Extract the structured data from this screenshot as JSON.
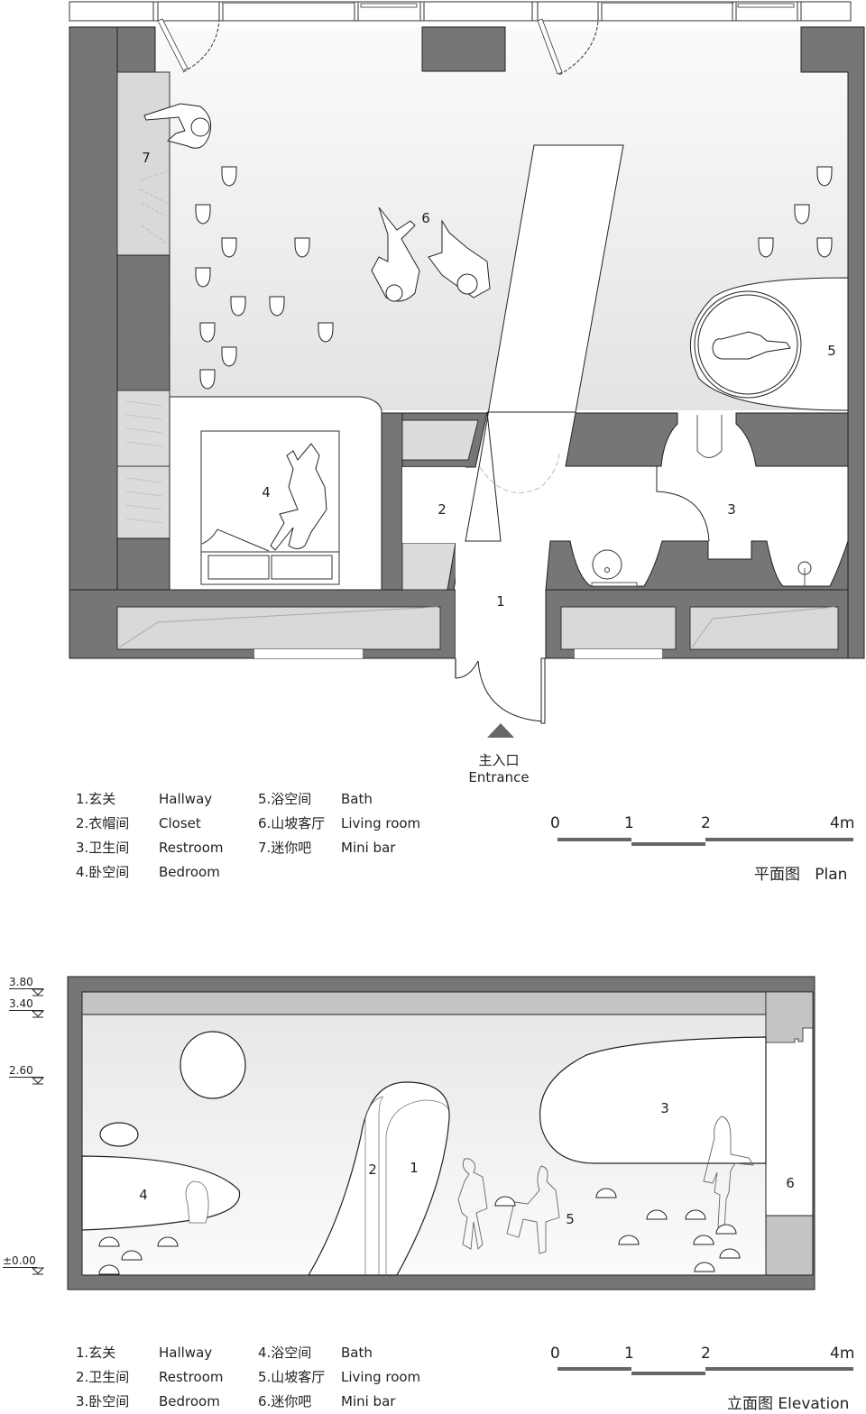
{
  "colors": {
    "wall": "#767577",
    "floor": "#ececec",
    "light_fill": "#d9d9da",
    "white": "#ffffff",
    "line": "#222222"
  },
  "plan": {
    "title_zh": "平面图",
    "title_en": "Plan",
    "room_numbers": [
      "1",
      "2",
      "3",
      "4",
      "5",
      "6",
      "7"
    ],
    "entrance": {
      "zh": "主入口",
      "en": "Entrance"
    },
    "legend": [
      {
        "zh": "1.玄关",
        "en": "Hallway"
      },
      {
        "zh": "2.衣帽间",
        "en": "Closet"
      },
      {
        "zh": "3.卫生间",
        "en": "Restroom"
      },
      {
        "zh": "4.卧空间",
        "en": "Bedroom"
      },
      {
        "zh": "5.浴空间",
        "en": "Bath"
      },
      {
        "zh": "6.山坡客厅",
        "en": "Living room"
      },
      {
        "zh": "7.迷你吧",
        "en": "Mini bar"
      }
    ],
    "scale": {
      "ticks": [
        "0",
        "1",
        "2",
        "4m"
      ]
    }
  },
  "elevation": {
    "title_zh": "立面图",
    "title_en": "Elevation",
    "room_numbers": [
      "1",
      "2",
      "3",
      "4",
      "5",
      "6"
    ],
    "levels": [
      "3.80",
      "3.40",
      "2.60",
      "±0.00"
    ],
    "legend": [
      {
        "zh": "1.玄关",
        "en": "Hallway"
      },
      {
        "zh": "2.卫生间",
        "en": "Restroom"
      },
      {
        "zh": "3.卧空间",
        "en": "Bedroom"
      },
      {
        "zh": "4.浴空间",
        "en": "Bath"
      },
      {
        "zh": "5.山坡客厅",
        "en": "Living room"
      },
      {
        "zh": "6.迷你吧",
        "en": "Mini bar"
      }
    ],
    "scale": {
      "ticks": [
        "0",
        "1",
        "2",
        "4m"
      ]
    }
  }
}
